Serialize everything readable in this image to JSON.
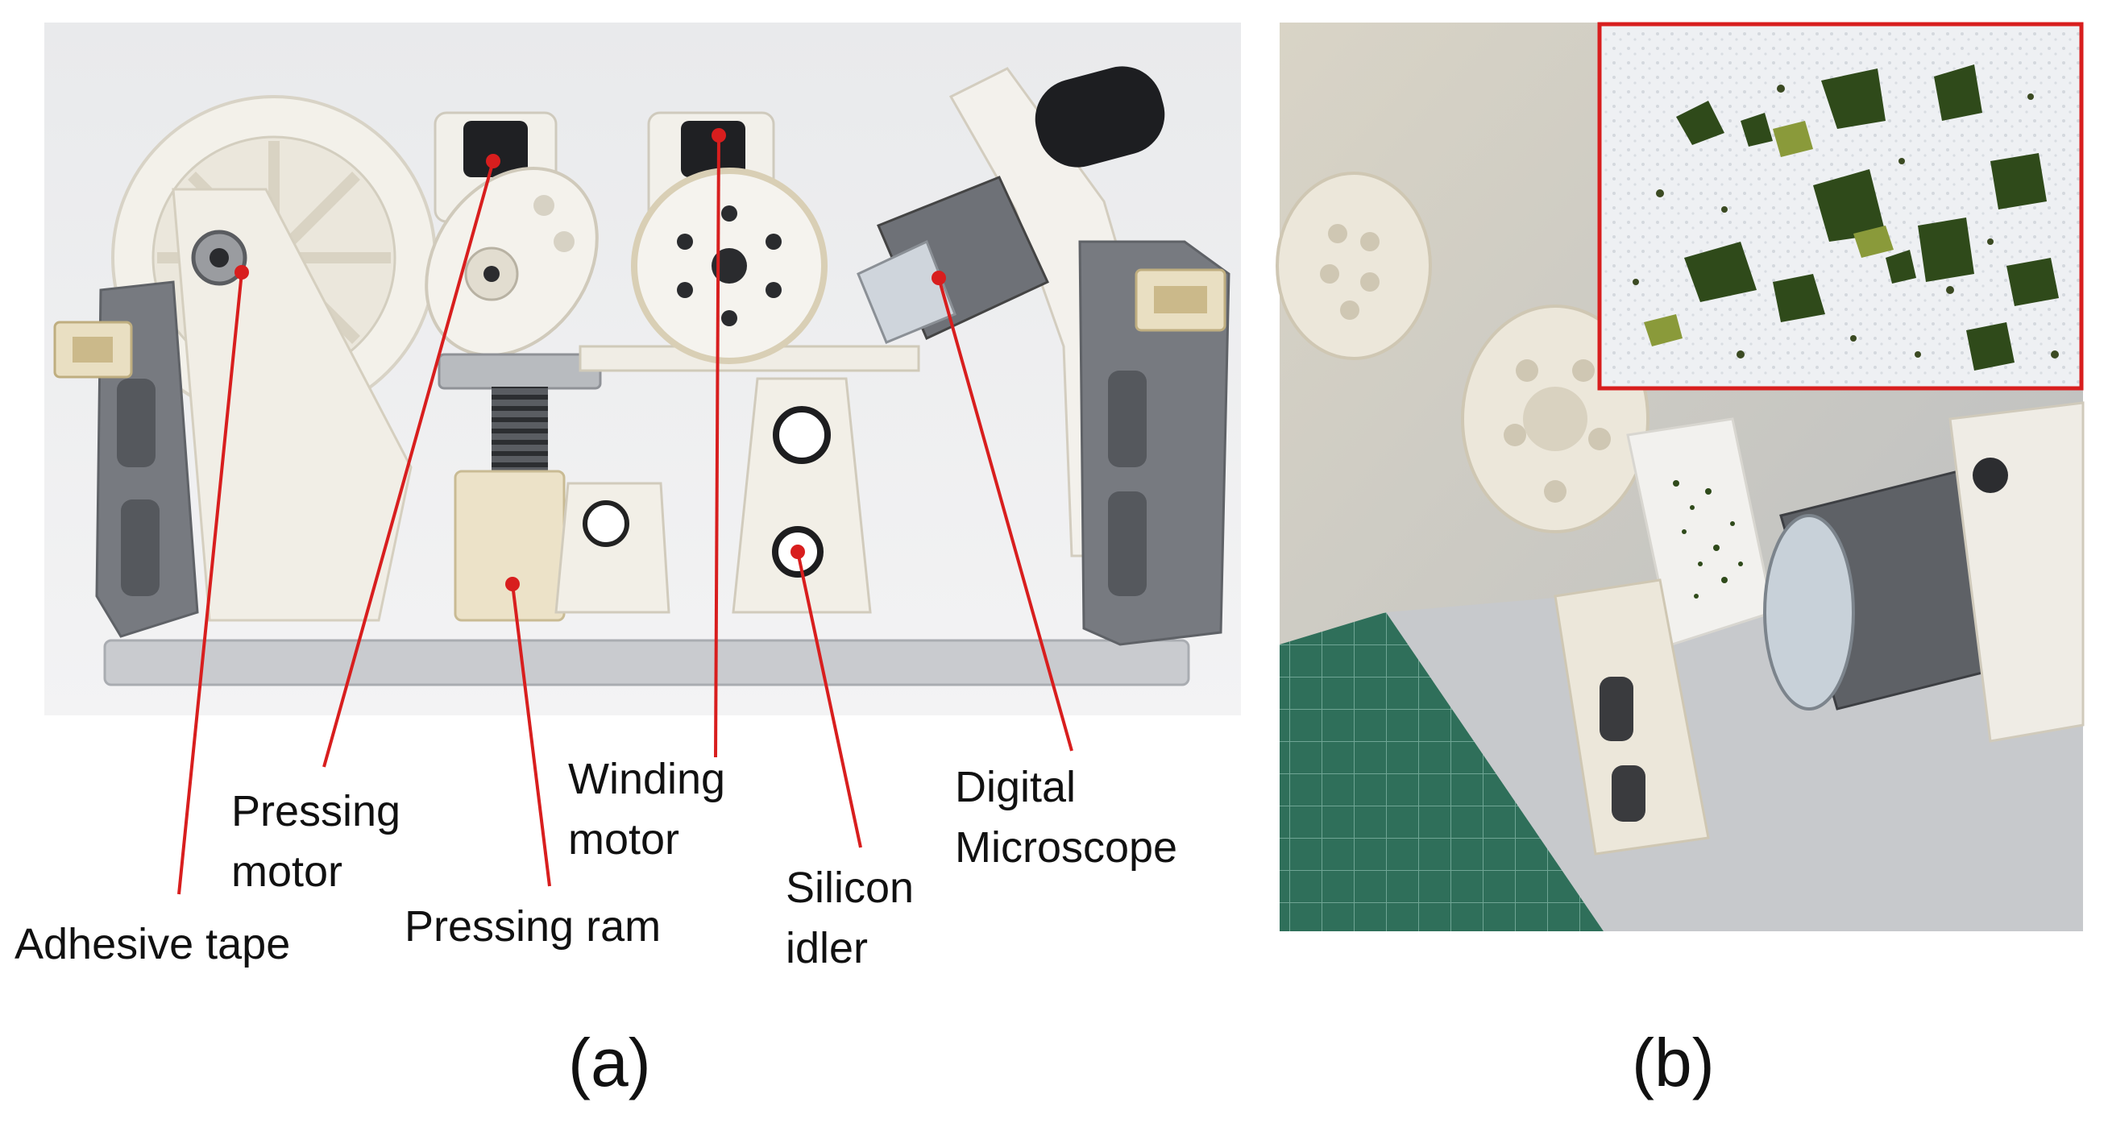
{
  "panels": {
    "a": {
      "label": "(a)",
      "callouts": {
        "adhesive_tape": "Adhesive tape",
        "pressing_motor_line1": "Pressing",
        "pressing_motor_line2": "motor",
        "pressing_ram": "Pressing ram",
        "winding_motor_line1": "Winding",
        "winding_motor_line2": "motor",
        "silicon_idler_line1": "Silicon",
        "silicon_idler_line2": "idler",
        "digital_microscope_line1": "Digital",
        "digital_microscope_line2": "Microscope"
      }
    },
    "b": {
      "label": "(b)"
    }
  },
  "colors": {
    "leader_line": "#d81e1e",
    "inset_border": "#d81e1e",
    "printed_part": "#ece7da",
    "grey_part": "#777a80",
    "aluminium": "#c9cbcf",
    "cutting_mat": "#2f6f5a",
    "leaf_particles": "#2f4a1a"
  }
}
